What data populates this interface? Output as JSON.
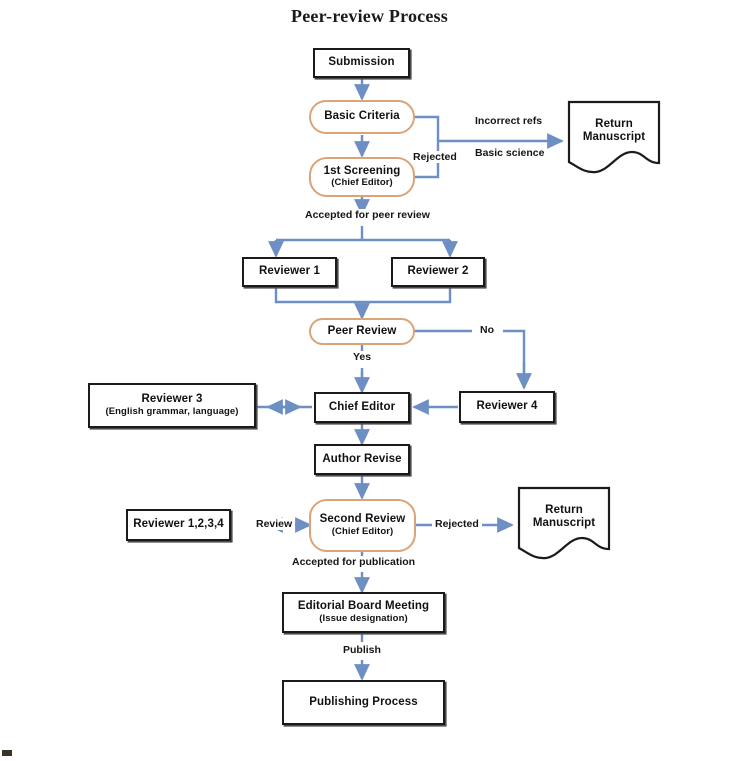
{
  "diagram": {
    "title": "Peer-review Process",
    "type": "flowchart",
    "colors": {
      "arrow": "#6d8fc4",
      "rounded_border": "#d9a478",
      "rect_border": "#1b1b1b",
      "background": "#ffffff",
      "text": "#111111"
    },
    "nodes": [
      {
        "id": "submission",
        "label": "Submission",
        "sublabel": "",
        "shape": "rect"
      },
      {
        "id": "basic-criteria",
        "label": "Basic Criteria",
        "sublabel": "",
        "shape": "rounded"
      },
      {
        "id": "first-screening",
        "label": "1st Screening",
        "sublabel": "(Chief Editor)",
        "shape": "rounded"
      },
      {
        "id": "return-manuscript-top",
        "label": "Return",
        "sublabel": "Manuscript",
        "shape": "document"
      },
      {
        "id": "reviewer-1",
        "label": "Reviewer 1",
        "sublabel": "",
        "shape": "rect"
      },
      {
        "id": "reviewer-2",
        "label": "Reviewer 2",
        "sublabel": "",
        "shape": "rect"
      },
      {
        "id": "peer-review",
        "label": "Peer Review",
        "sublabel": "",
        "shape": "rounded"
      },
      {
        "id": "reviewer-3",
        "label": "Reviewer 3",
        "sublabel": "(English grammar, language)",
        "shape": "rect"
      },
      {
        "id": "chief-editor",
        "label": "Chief Editor",
        "sublabel": "",
        "shape": "rect"
      },
      {
        "id": "reviewer-4",
        "label": "Reviewer 4",
        "sublabel": "",
        "shape": "rect"
      },
      {
        "id": "author-revise",
        "label": "Author Revise",
        "sublabel": "",
        "shape": "rect"
      },
      {
        "id": "reviewer-1234",
        "label": "Reviewer 1,2,3,4",
        "sublabel": "",
        "shape": "rect"
      },
      {
        "id": "second-review",
        "label": "Second Review",
        "sublabel": "(Chief Editor)",
        "shape": "rounded"
      },
      {
        "id": "return-manuscript-bottom",
        "label": "Return",
        "sublabel": "Manuscript",
        "shape": "document"
      },
      {
        "id": "editorial-board",
        "label": "Editorial Board Meeting",
        "sublabel": "(Issue designation)",
        "shape": "rect"
      },
      {
        "id": "publishing",
        "label": "Publishing Process",
        "sublabel": "",
        "shape": "rect"
      }
    ],
    "edge_labels": {
      "incorrect_refs": "Incorrect refs",
      "basic_science": "Basic science",
      "rejected_top": "Rejected",
      "accepted_peer_review": "Accepted for peer review",
      "no": "No",
      "yes": "Yes",
      "review": "Review",
      "rejected_second": "Rejected",
      "accepted_publication": "Accepted for publication",
      "publish": "Publish"
    }
  }
}
